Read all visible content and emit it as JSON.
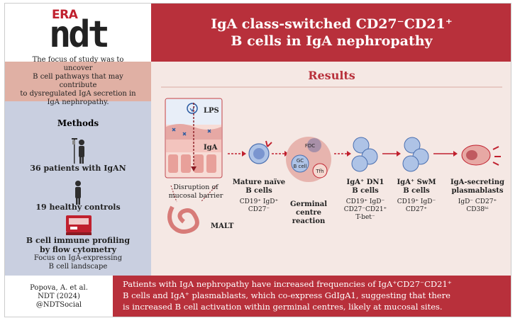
{
  "logo": {
    "brand": "ERA",
    "name": "ndt"
  },
  "title": {
    "line1": "IgA class-switched CD27⁻CD21⁺",
    "line2": "B cells in IgA nephropathy"
  },
  "focus": {
    "lines": [
      "The focus of study was to uncover",
      "B cell pathways that may contribute",
      "to dysregulated IgA secretion in",
      "IgA nephropathy."
    ]
  },
  "methods": {
    "heading": "Methods",
    "patients": "36 patients with IgAN",
    "controls": "19 healthy controls",
    "profiling_line1": "B cell immune profiling",
    "profiling_line2": "by flow cytometry",
    "focus_line1": "Focus on IgA-expressing",
    "focus_line2": "B cell landscape"
  },
  "results": {
    "heading": "Results",
    "lps": "LPS",
    "iga": "IgA",
    "disruption_line1": "Disruption of",
    "disruption_line2": "mucosal barrier",
    "malt": "MALT",
    "fdc": "FDC",
    "gc_line1": "GC",
    "gc_line2": "B cell",
    "tfh": "Tfh",
    "stages": [
      {
        "line1": "Mature naïve",
        "line2": "B cells",
        "m1": "CD19⁺ IgD⁺",
        "m2": "CD27⁻",
        "m3": ""
      },
      {
        "line1": "Germinal",
        "line2": "centre",
        "line3": "reaction"
      },
      {
        "line1": "IgA⁺ DN1",
        "line2": "B cells",
        "m1": "CD19⁺ IgD⁻",
        "m2": "CD27⁻CD21⁺",
        "m3": "T-bet⁻"
      },
      {
        "line1": "IgA⁺ SwM",
        "line2": "B cells",
        "m1": "CD19⁺ IgD⁻",
        "m2": "CD27⁺",
        "m3": ""
      },
      {
        "line1": "IgA-secreting",
        "line2": "plasmablasts",
        "m1": "IgD⁻ CD27⁺",
        "m2": "CD38ʰⁱ",
        "m3": ""
      }
    ]
  },
  "citation": {
    "line1": "Popova, A. et al.",
    "line2": "NDT (2024)",
    "line3": "@NDTSocial"
  },
  "conclusion": {
    "line1": "Patients with IgA nephropathy have increased frequencies of IgA⁺CD27⁻CD21⁺",
    "line2": "B cells and IgA⁺ plasmablasts, which co-express GdIgA1, suggesting that there",
    "line3": "is increased B cell activation within germinal centres, likely at mucosal sites."
  },
  "colors": {
    "accent": "#b8303b",
    "left_panel": "#c9cfe0",
    "focus_box": "#e0b0a4",
    "results_bg": "#f5e8e4",
    "cell": "#8ea6d6"
  }
}
